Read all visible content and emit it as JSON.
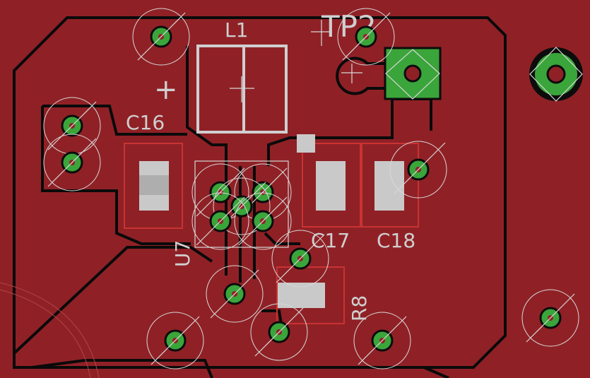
{
  "board": {
    "background_color": "#8f2126",
    "copper_pour_color": "#8f2126",
    "pad_color": "#3aa53a",
    "silkscreen_color": "#d8d8d8"
  },
  "labels": {
    "l1": "L1",
    "tp2": "TP2",
    "c16": "C16",
    "c17": "C17",
    "c18": "C18",
    "r8": "R8",
    "u7": "U7",
    "plus": "+"
  }
}
